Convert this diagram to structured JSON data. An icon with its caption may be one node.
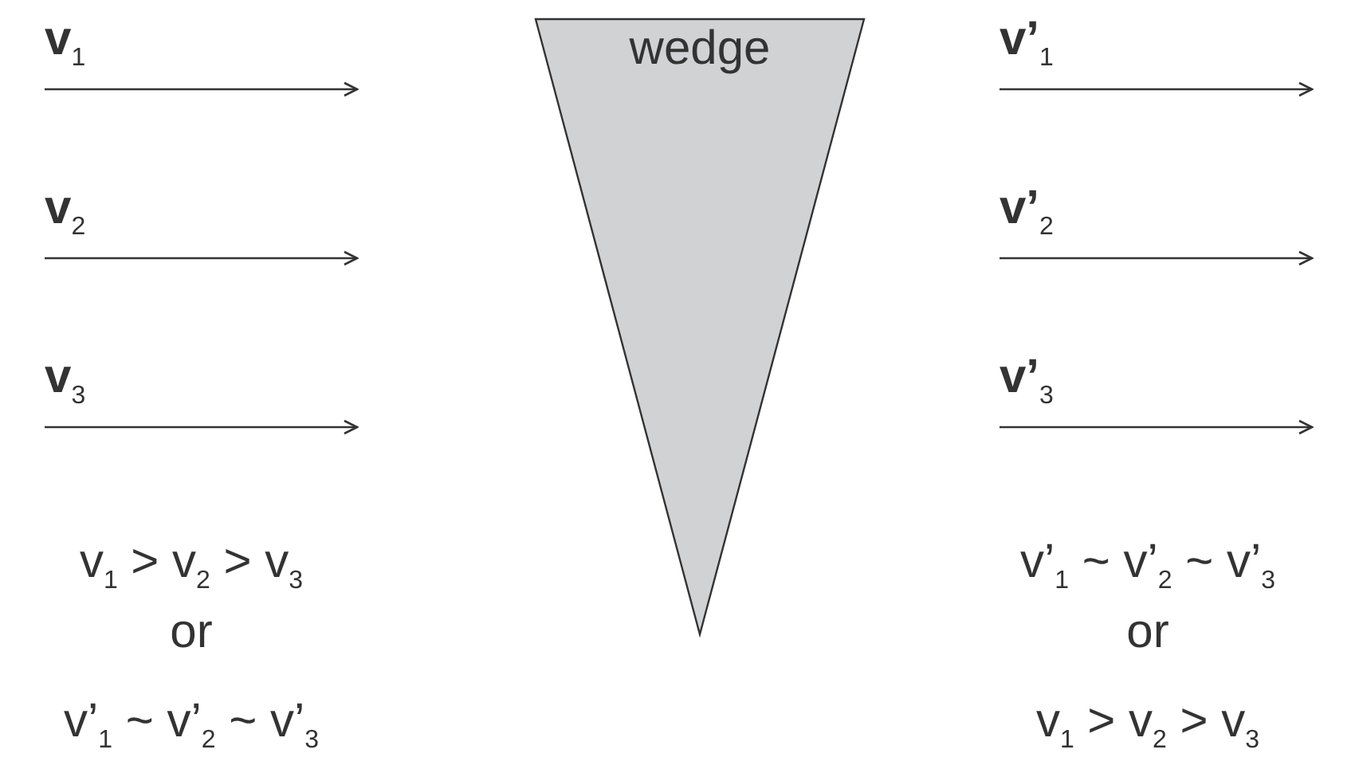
{
  "diagram": {
    "nodes": [
      {
        "text": [
          "wedge"
        ]
      }
    ],
    "labels": [
      "v$_{1}$",
      "v’$_{1}$",
      "v$_{2}$",
      "v’$_{2}$",
      "v$_{3}$",
      "v’$_{3}$",
      "v$_{1}$ > v$_{2}$ > v$_{3}$",
      "v’$_{1}$ ~ v’$_{2}$ ~ v’$_{3}$",
      "or",
      "or",
      "v’$_{1}$ ~ v’$_{2}$ ~ v’$_{3}$",
      "v$_{1}$ > v$_{2}$ > v$_{3}$"
    ]
  }
}
